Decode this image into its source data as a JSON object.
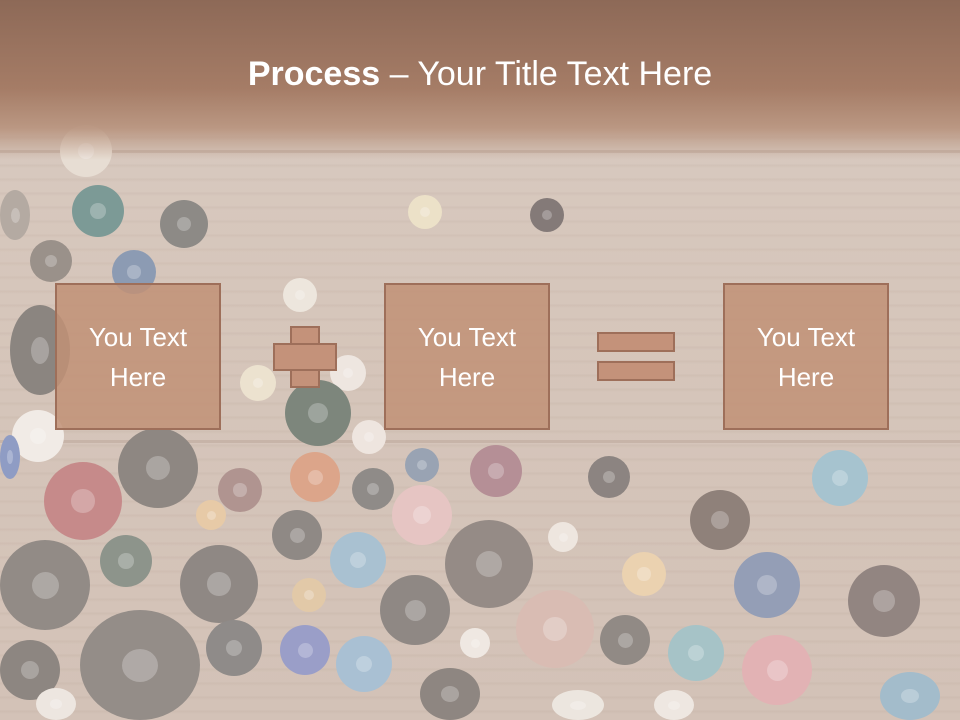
{
  "slide": {
    "title_bold": "Process",
    "title_rest": " – Your Title Text Here",
    "boxes": [
      "You Text Here",
      "You Text Here",
      "You Text Here"
    ],
    "operators": [
      "plus-icon",
      "equals-icon"
    ]
  },
  "colors": {
    "header": "#a57c66",
    "box_fill": "#c1906f",
    "box_border": "#9e6f5a",
    "text": "#ffffff"
  }
}
